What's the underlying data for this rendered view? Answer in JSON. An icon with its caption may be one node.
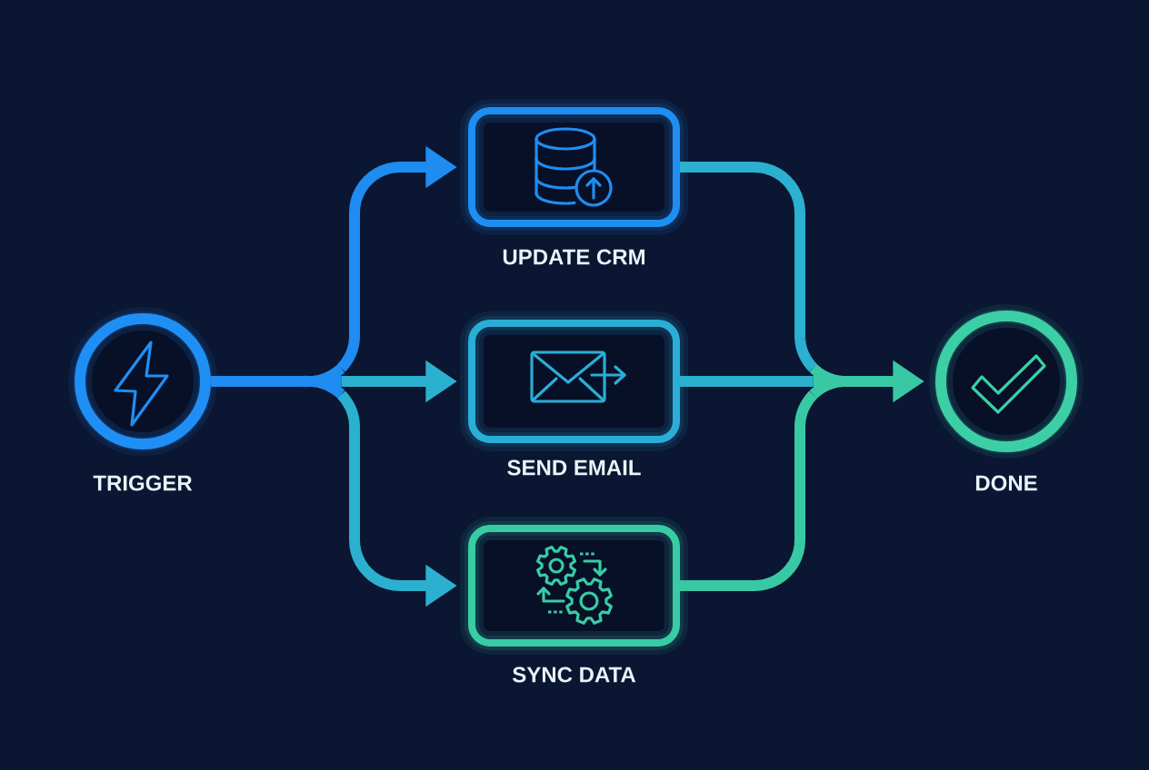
{
  "diagram": {
    "nodes": [
      {
        "text": [
          "TRIGGER"
        ]
      },
      {
        "text": [
          "UPDATE CRM"
        ]
      },
      {
        "text": [
          "SEND EMAIL"
        ]
      },
      {
        "text": [
          "SYNC DATA"
        ]
      },
      {
        "text": [
          "DONE"
        ]
      }
    ],
    "edges": [
      {
        "from": 0,
        "to": 1,
        "arrow": "to",
        "color": "#1e8cf0"
      },
      {
        "from": 0,
        "to": 2,
        "arrow": "to"
      },
      {
        "from": 0,
        "to": 3,
        "arrow": "to"
      },
      {
        "from": 1,
        "to": 4,
        "arrow": "to"
      },
      {
        "from": 2,
        "to": 4,
        "arrow": "to"
      },
      {
        "from": 3,
        "to": 4,
        "arrow": "to",
        "color": "#38c9a4"
      }
    ]
  }
}
